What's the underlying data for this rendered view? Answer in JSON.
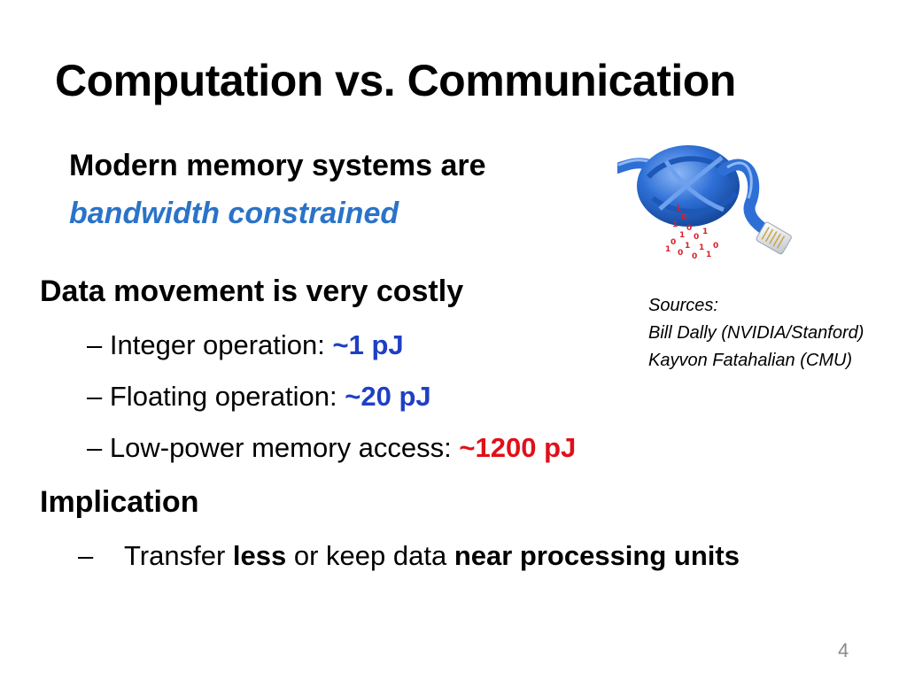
{
  "slide": {
    "title": "Computation vs. Communication",
    "subtitle_line1": "Modern memory systems are",
    "subtitle_line2": "bandwidth constrained",
    "sections": {
      "data_movement": {
        "heading": "Data movement is very costly",
        "items": [
          {
            "label": "Integer operation: ",
            "value": "~1 pJ"
          },
          {
            "label": "Floating operation: ",
            "value": "~20 pJ"
          },
          {
            "label": "Low-power memory access: ",
            "value": "~1200 pJ"
          }
        ]
      },
      "implication": {
        "heading": "Implication",
        "item": {
          "t1": "Transfer ",
          "b1": "less",
          "t2": " or keep data ",
          "b2": "near processing units"
        }
      }
    },
    "sources": {
      "label": "Sources:",
      "lines": [
        "Bill Dally (NVIDIA/Stanford)",
        "Kayvon Fatahalian (CMU)"
      ]
    },
    "page_number": "4",
    "dash": "–",
    "colors": {
      "subtitle_accent": "#2a73c8",
      "value_blue": "#1f3fc4",
      "value_red": "#e0101a",
      "cable_blue": "#2e6fd6"
    },
    "image": {
      "icon": "knotted-network-cable-icon"
    }
  }
}
